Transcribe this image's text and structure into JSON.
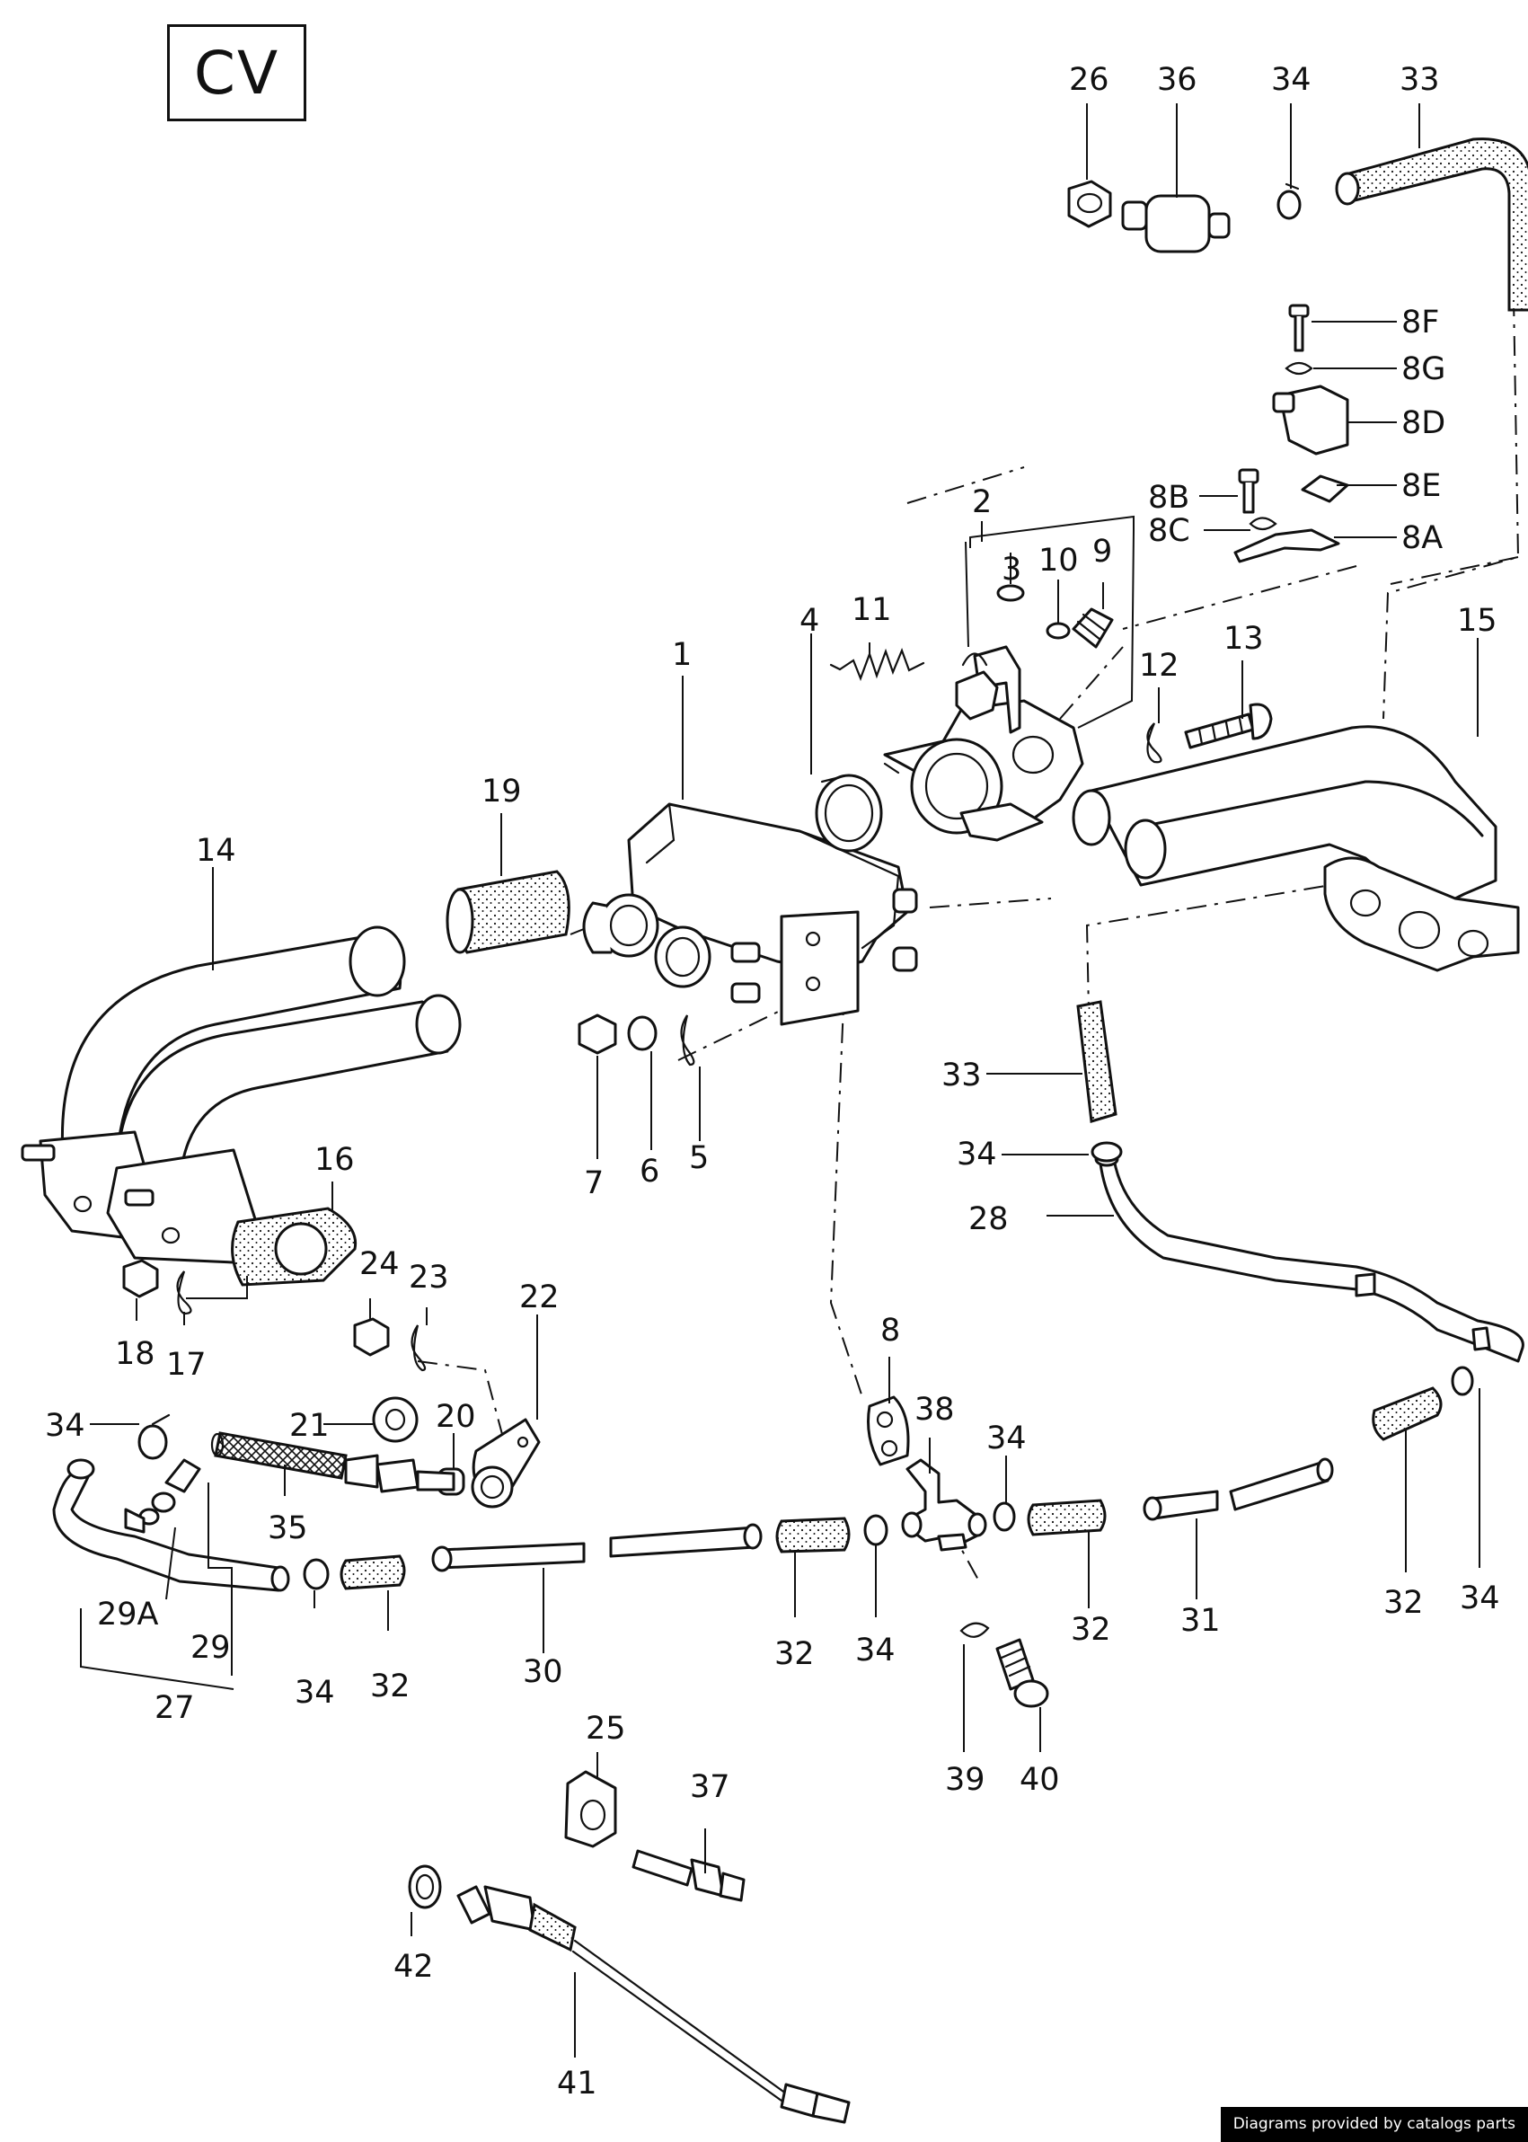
{
  "badge": "CV",
  "credit": "Diagrams provided by catalogs parts",
  "labels": {
    "l1": "1",
    "l2": "2",
    "l3": "3",
    "l4": "4",
    "l5": "5",
    "l6": "6",
    "l7": "7",
    "l8": "8",
    "l8A": "8A",
    "l8B": "8B",
    "l8C": "8C",
    "l8D": "8D",
    "l8E": "8E",
    "l8F": "8F",
    "l8G": "8G",
    "l9": "9",
    "l10": "10",
    "l11": "11",
    "l12": "12",
    "l13": "13",
    "l14": "14",
    "l15": "15",
    "l16": "16",
    "l17": "17",
    "l18": "18",
    "l19": "19",
    "l20": "20",
    "l21": "21",
    "l22": "22",
    "l23": "23",
    "l24": "24",
    "l25": "25",
    "l26": "26",
    "l27": "27",
    "l28": "28",
    "l29": "29",
    "l29A": "29A",
    "l30": "30",
    "l31": "31",
    "l32": "32",
    "l33": "33",
    "l34": "34",
    "l35": "35",
    "l36": "36",
    "l37": "37",
    "l38": "38",
    "l39": "39",
    "l40": "40",
    "l41": "41",
    "l42": "42"
  }
}
